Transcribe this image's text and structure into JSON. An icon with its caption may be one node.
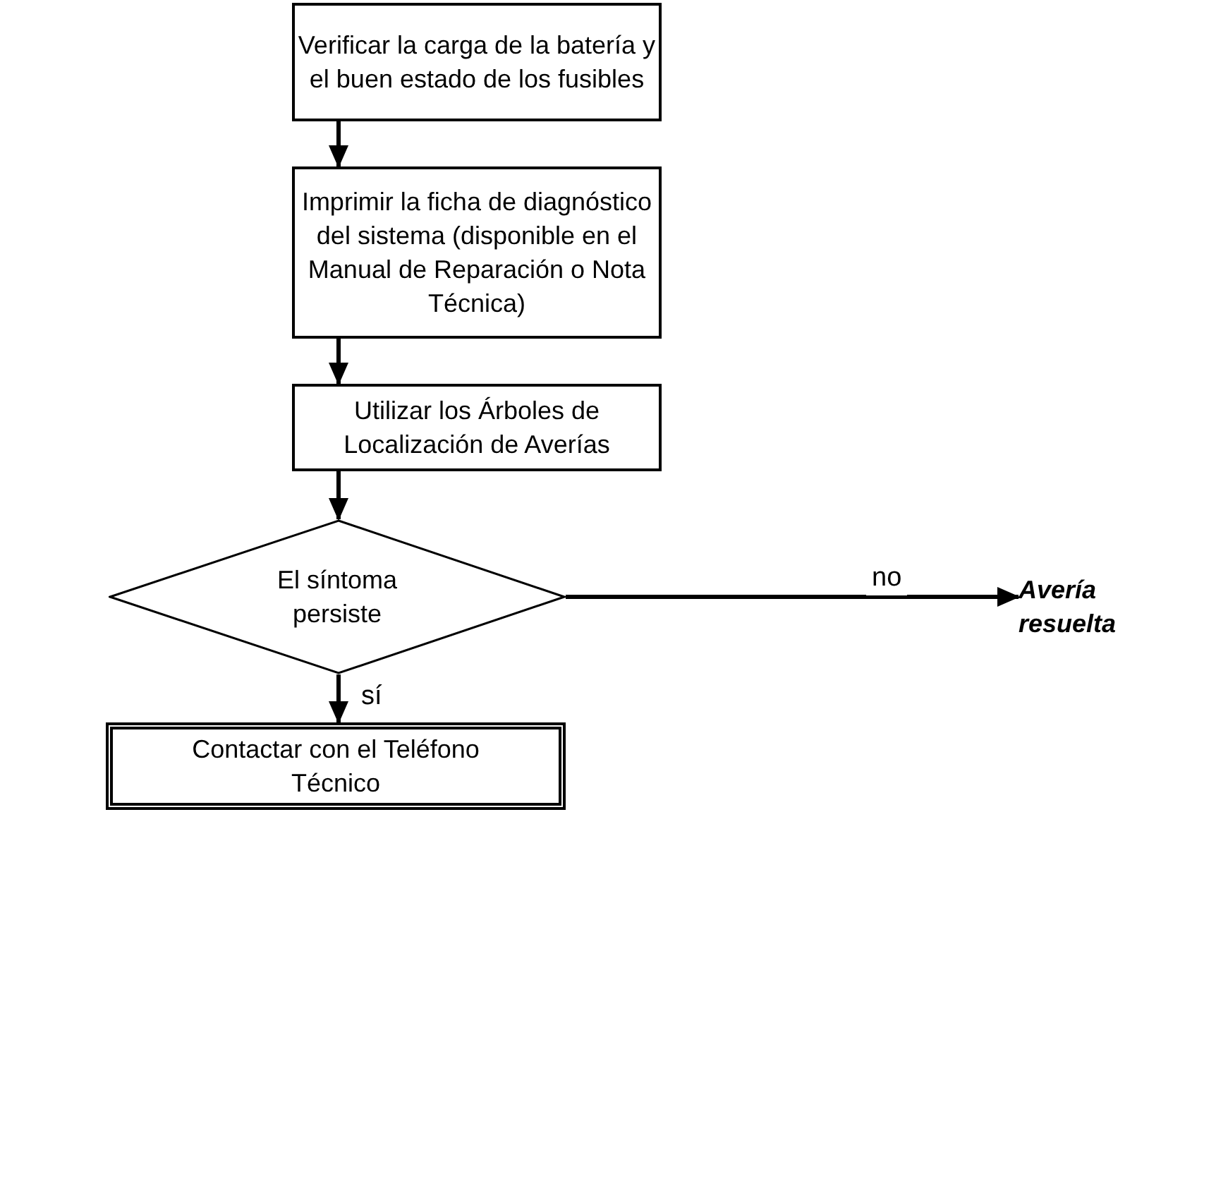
{
  "diagram": {
    "nodes": [
      {
        "text": [
          "Verificar la carga de la batería y el buen estado de los fusibles"
        ]
      },
      {
        "text": [
          "Imprimir la ficha de diagnóstico del sistema (disponible en el Manual de Reparación o Nota Técnica)"
        ]
      },
      {
        "text": [
          "Utilizar los Árboles de Localización de Averías"
        ]
      },
      {
        "text": [
          "El síntoma persiste"
        ]
      },
      {
        "text": [
          "Contactar con el Teléfono Técnico"
        ]
      },
      {
        "text": [
          "Avería resuelta"
        ]
      }
    ],
    "edges": [
      {
        "from": 0,
        "to": 1,
        "arrow": "to"
      },
      {
        "from": 1,
        "to": 2,
        "arrow": "to"
      },
      {
        "from": 2,
        "to": 3,
        "arrow": "to"
      },
      {
        "from": 3,
        "to": 4,
        "arrow": "to",
        "label": "sí"
      },
      {
        "from": 3,
        "to": 5,
        "arrow": "to",
        "label": "no"
      }
    ]
  }
}
